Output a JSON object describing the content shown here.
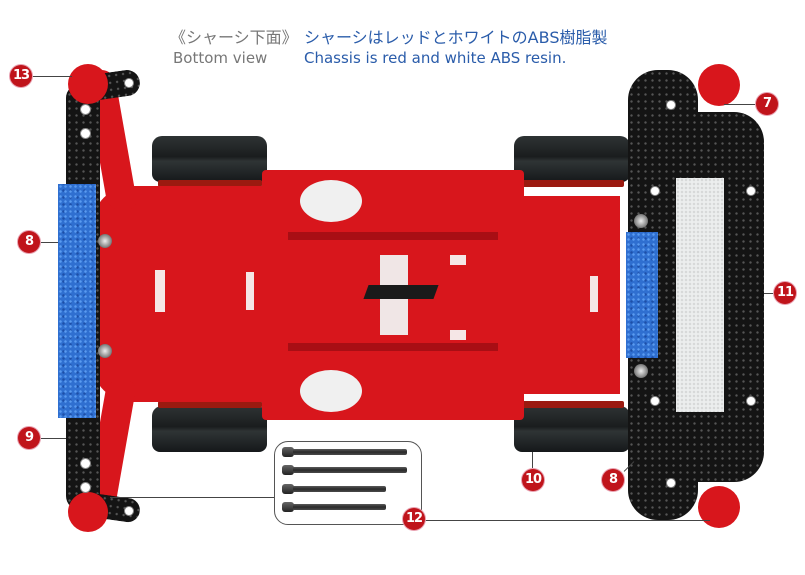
{
  "header": {
    "title_jp": "《シャーシ下面》",
    "title_en": "Bottom view",
    "description_jp": "シャーシはレッドとホワイトのABS樹脂製",
    "description_en": "Chassis is red and white ABS resin."
  },
  "callouts": [
    {
      "id": "13",
      "label": "13",
      "part": "front-left-roller"
    },
    {
      "id": "8a",
      "label": "8",
      "part": "left-blue-brake-sponge"
    },
    {
      "id": "9",
      "label": "9",
      "part": "left-carbon-plate"
    },
    {
      "id": "7",
      "label": "7",
      "part": "rear-right-roller"
    },
    {
      "id": "11",
      "label": "11",
      "part": "black-brake-sponge"
    },
    {
      "id": "10",
      "label": "10",
      "part": "rear-tire"
    },
    {
      "id": "8b",
      "label": "8",
      "part": "right-carbon-plate"
    },
    {
      "id": "12",
      "label": "12",
      "part": "cap-screws"
    }
  ],
  "colors": {
    "caption_gray": "#777777",
    "caption_blue": "#2a5caa",
    "badge_red": "#c0141b",
    "chassis_red": "#d8161c",
    "carbon_black": "#141414",
    "sponge_blue": "#2f6fd0",
    "sponge_white": "#eceeee"
  },
  "screws": {
    "count": 4
  }
}
